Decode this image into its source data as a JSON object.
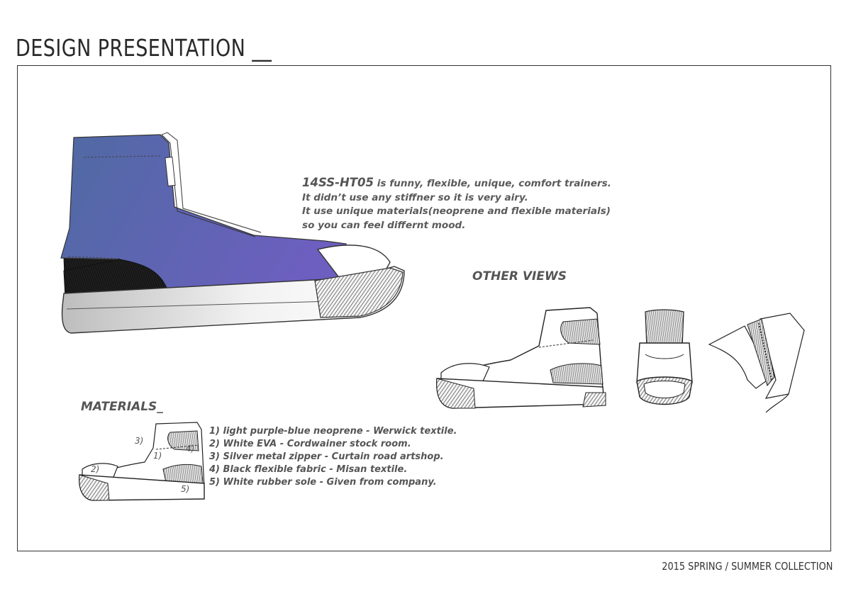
{
  "header": {
    "title": "DESIGN PRESENTATION __"
  },
  "description": {
    "code": "14SS-HT05",
    "line1_rest": " is funny, flexible, unique, comfort trainers.",
    "line2": "It didn’t use any stiffner so it is very airy.",
    "line3": "It use unique materials(neoprene and flexible materials)",
    "line4": "so you can feel differnt mood."
  },
  "other_views": {
    "heading": "OTHER VIEWS"
  },
  "materials": {
    "heading": "MATERIALS_",
    "items": [
      "1) light purple-blue neoprene - Werwick textile.",
      "2) White EVA - Cordwainer stock room.",
      "3) Silver metal zipper - Curtain road artshop.",
      "4) Black flexible fabric - Misan textile.",
      "5) White rubber sole - Given from company."
    ],
    "callouts": {
      "c1": "1)",
      "c2": "2)",
      "c3": "3)",
      "c4": "4)",
      "c5": "5)"
    }
  },
  "footer": {
    "collection": "2015 SPRING / SUMMER COLLECTION"
  },
  "colors": {
    "neoprene_start": "#4f6aa3",
    "neoprene_end": "#6c5fbf",
    "black_fabric": "#1c1c1c",
    "sole_light": "#d9d9d9",
    "outline": "#222222"
  },
  "images": {
    "main_shoe": "high-top-trainer-side-view",
    "side_view": "trainer-outline-side-view",
    "back_view": "trainer-outline-back-view",
    "upper_view": "upper-pattern-view",
    "materials_view": "trainer-outline-with-callouts"
  }
}
